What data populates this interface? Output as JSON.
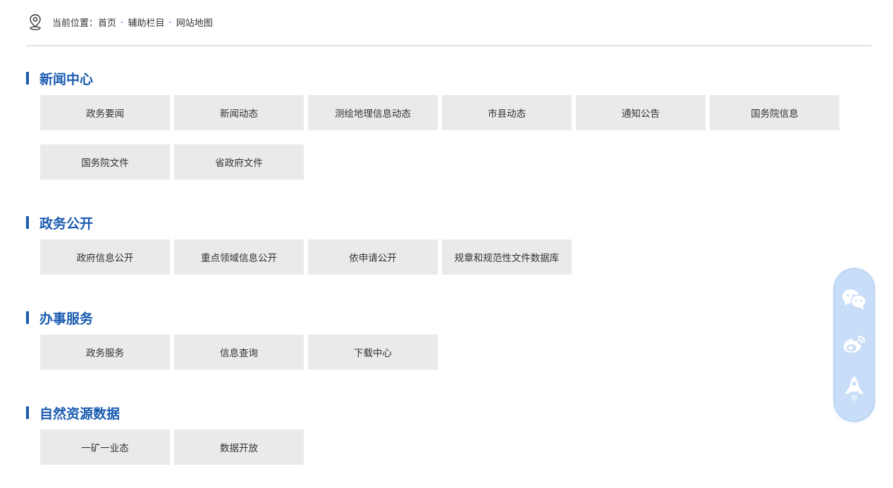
{
  "breadcrumb": {
    "prefix": "当前位置：",
    "items": [
      "首页",
      "辅助栏目",
      "网站地图"
    ],
    "separator": "-",
    "icon": "location-pin-icon"
  },
  "colors": {
    "accent": "#1a5bb0",
    "item_bg": "#e9eaec",
    "divider": "#dde3ee",
    "float_bar_bg": "#c7ddf8"
  },
  "sections": [
    {
      "title": "新闻中心",
      "items": [
        "政务要闻",
        "新闻动态",
        "测绘地理信息动态",
        "市县动态",
        "通知公告",
        "国务院信息",
        "国务院文件",
        "省政府文件"
      ]
    },
    {
      "title": "政务公开",
      "items": [
        "政府信息公开",
        "重点领域信息公开",
        "依申请公开",
        "规章和规范性文件数据库"
      ]
    },
    {
      "title": "办事服务",
      "items": [
        "政务服务",
        "信息查询",
        "下载中心"
      ]
    },
    {
      "title": "自然资源数据",
      "items": [
        "一矿一业态",
        "数据开放"
      ]
    }
  ],
  "float_bar": {
    "icons": [
      "wechat-icon",
      "weibo-icon",
      "rocket-back-to-top-icon"
    ]
  }
}
